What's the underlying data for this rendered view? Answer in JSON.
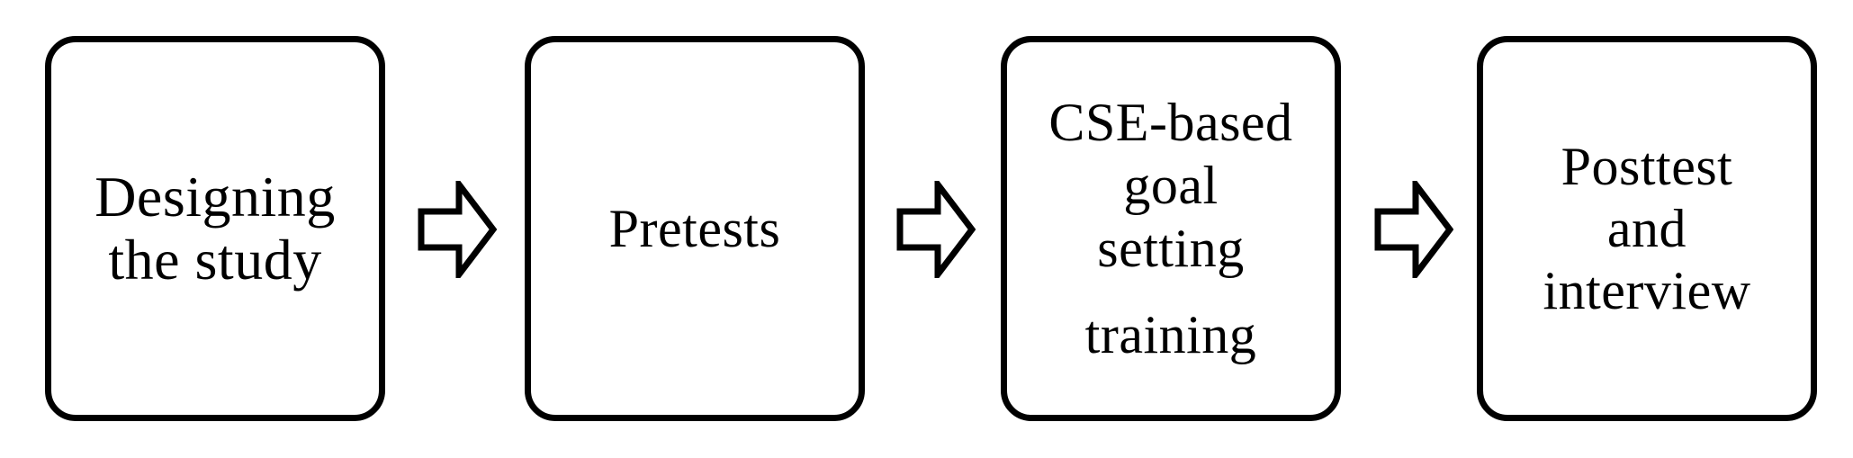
{
  "steps": [
    {
      "lines": [
        "Designing",
        "the study"
      ]
    },
    {
      "lines": [
        "Pretests"
      ]
    },
    {
      "lines": [
        "CSE-based",
        "goal",
        "setting",
        "training"
      ]
    },
    {
      "lines": [
        "Posttest",
        "and",
        "interview"
      ]
    }
  ],
  "arrow_icon": "right-block-arrow-icon",
  "colors": {
    "stroke": "#000000",
    "fill": "#ffffff"
  }
}
